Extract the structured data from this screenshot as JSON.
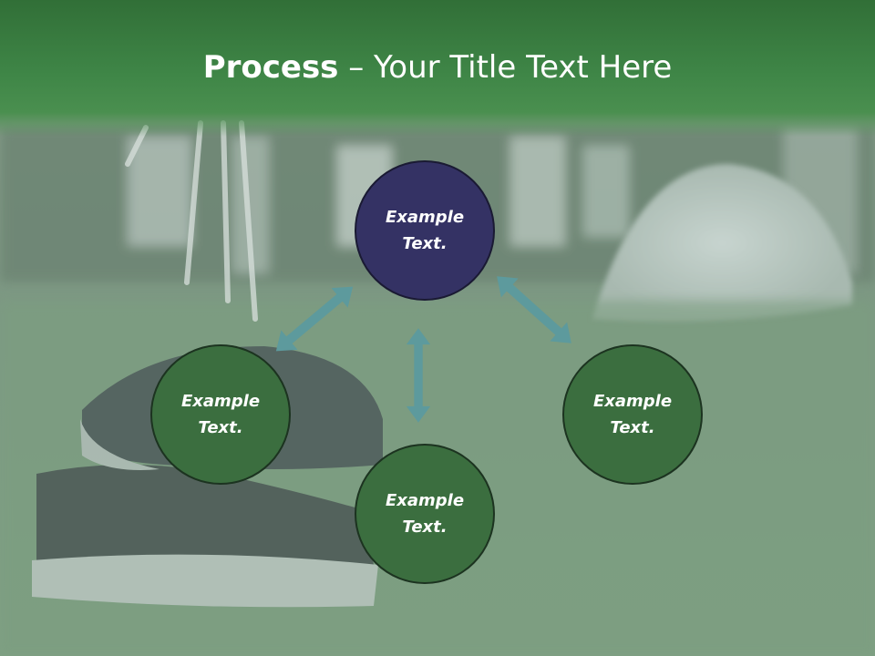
{
  "title": {
    "bold": "Process",
    "rest": " – Your Title Text Here"
  },
  "nodes": {
    "top": {
      "line1": "Example",
      "line2": "Text."
    },
    "left": {
      "line1": "Example",
      "line2": "Text."
    },
    "right": {
      "line1": "Example",
      "line2": "Text."
    },
    "bottom": {
      "line1": "Example",
      "line2": "Text."
    }
  },
  "icons": {
    "arrow": "double-headed-arrow-icon"
  },
  "colors": {
    "title_bar": "#3f8647",
    "node_green": "#3b6e3f",
    "node_navy": "#343264",
    "arrow": "#5d9a9d",
    "text": "#ffffff"
  }
}
